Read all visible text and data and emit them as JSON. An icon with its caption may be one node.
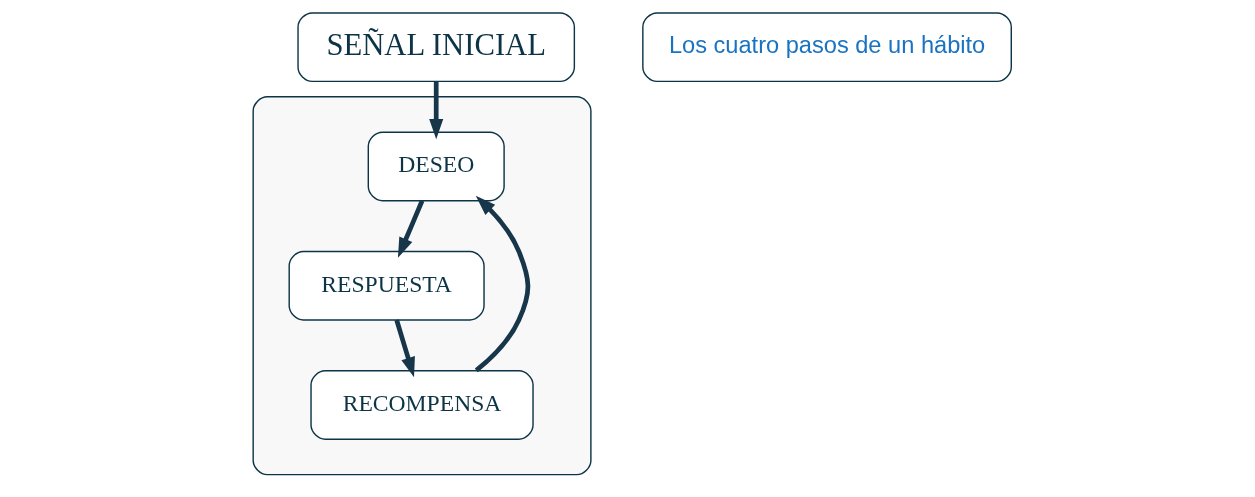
{
  "diagram": {
    "nodes": [
      {
        "text": [],
        "shape": "box"
      },
      {
        "text": [
          "SEÑAL INICIAL"
        ]
      },
      {
        "text": [
          "Los cuatro pasos de un hábito"
        ]
      },
      {
        "text": [
          "DESEO"
        ],
        "in": 0
      },
      {
        "text": [
          "RECOMPENSA"
        ],
        "in": 0
      },
      {
        "text": [
          "RESPUESTA"
        ],
        "in": 0
      }
    ],
    "edges": [
      {
        "from": 1,
        "to": 3,
        "arrow": "to"
      },
      {
        "from": 3,
        "to": 5,
        "arrow": "to"
      },
      {
        "from": 5,
        "to": 4,
        "arrow": "to"
      },
      {
        "from": 4,
        "to": 3,
        "arrow": "to"
      }
    ]
  }
}
